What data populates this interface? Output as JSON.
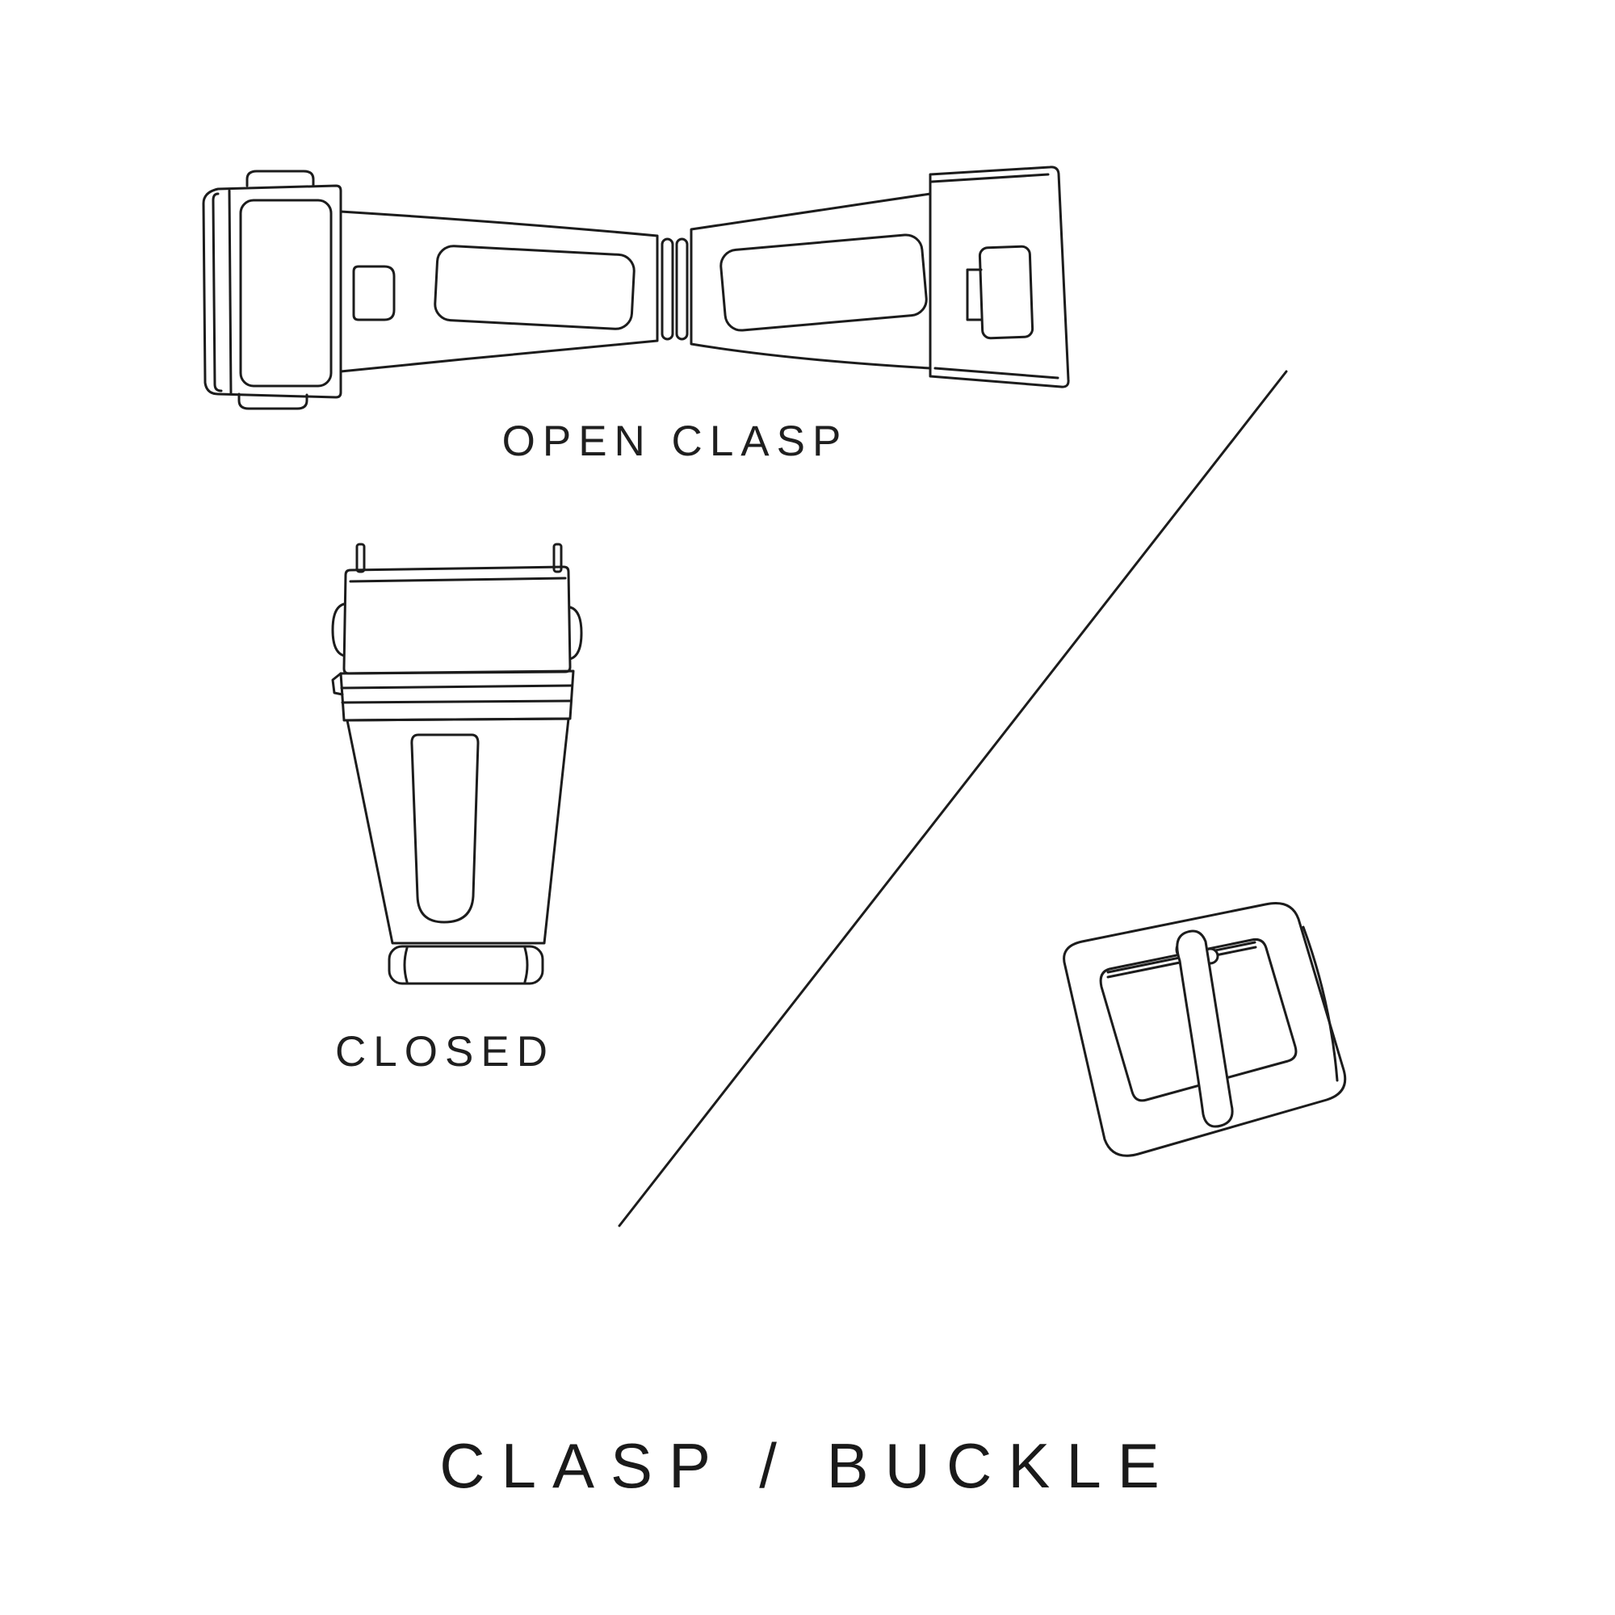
{
  "colors": {
    "ink": "#1c1c1c",
    "background": "#ffffff"
  },
  "labels": {
    "open_clasp": "OPEN CLASP",
    "closed": "CLOSED"
  },
  "title": "CLASP / BUCKLE",
  "figures": {
    "open_clasp": "open-clasp-illustration",
    "closed_clasp": "closed-clasp-illustration",
    "buckle": "buckle-illustration",
    "divider": "diagonal-divider-line"
  }
}
